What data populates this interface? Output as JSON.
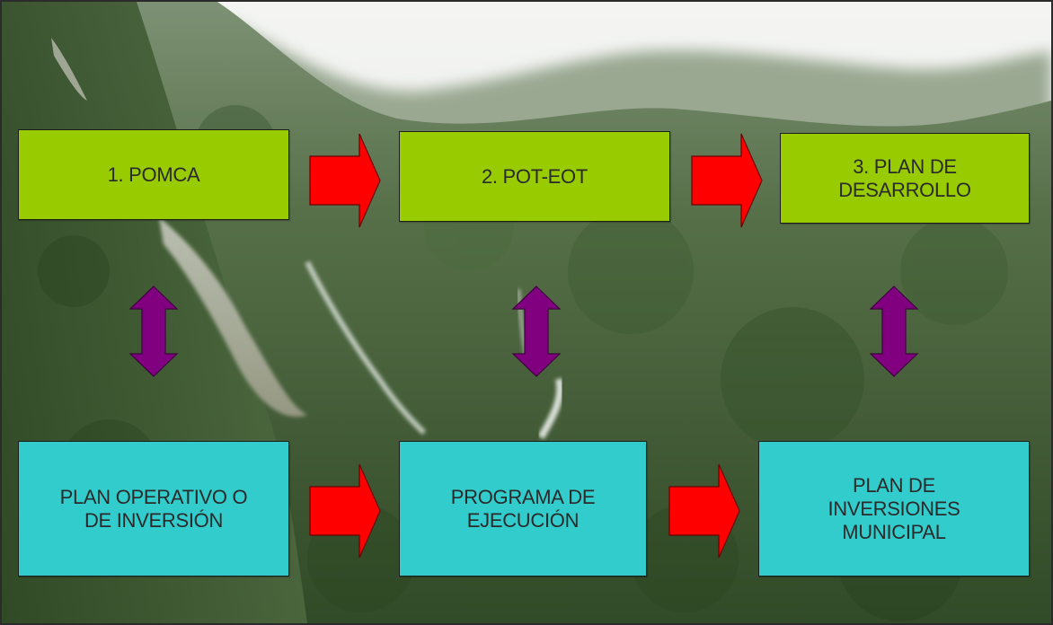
{
  "colors": {
    "top_box_fill": "#99cc00",
    "bottom_box_fill": "#33cccc",
    "horizontal_arrow_fill": "#ff0000",
    "vertical_arrow_fill": "#800080"
  },
  "top_row": [
    {
      "label": "1. POMCA"
    },
    {
      "label": "2. POT-EOT"
    },
    {
      "label": "3. PLAN DE\nDESARROLLO"
    }
  ],
  "bottom_row": [
    {
      "label": "PLAN OPERATIVO O\nDE INVERSIÓN"
    },
    {
      "label": "PROGRAMA DE\nEJECUCIÓN"
    },
    {
      "label": "PLAN DE\nINVERSIONES\nMUNICIPAL"
    }
  ],
  "connectors": {
    "horizontal": [
      "arrow-right",
      "arrow-right",
      "arrow-right",
      "arrow-right"
    ],
    "vertical": [
      "arrow-up-down",
      "arrow-up-down",
      "arrow-up-down"
    ]
  },
  "background": "photo of forested mountain slope with waterfall and misty sky"
}
